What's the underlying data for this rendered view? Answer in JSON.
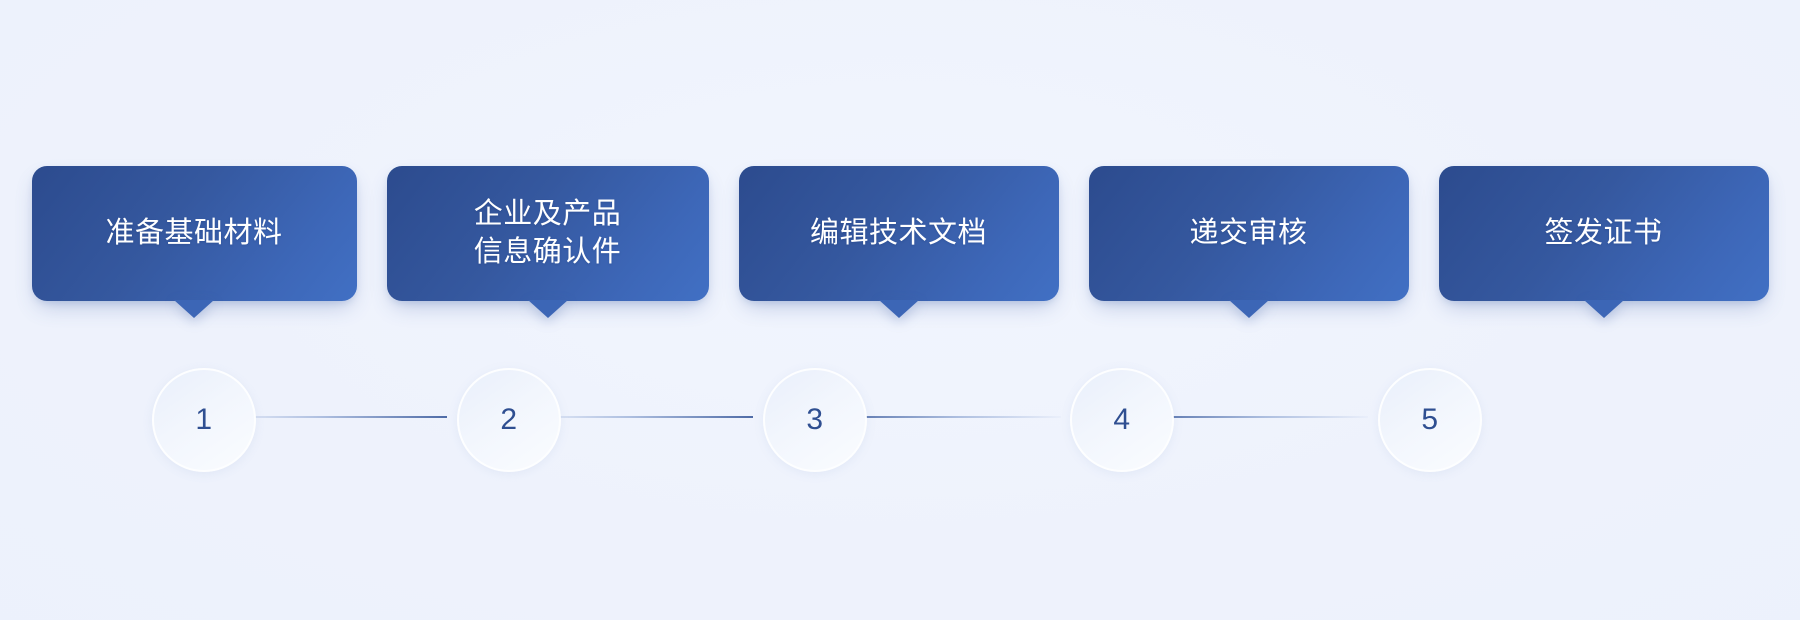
{
  "theme": {
    "background_color": "#eff3fd",
    "card_gradient_from": "#2c4b8e",
    "card_gradient_to": "#4170c4",
    "card_text_color": "#ffffff",
    "node_number_color": "#2f4f91",
    "connector_color": "#4664a2"
  },
  "flow": {
    "steps": [
      {
        "number": "1",
        "label": "准备基础材料"
      },
      {
        "number": "2",
        "label": "企业及产品\n信息确认件"
      },
      {
        "number": "3",
        "label": "编辑技术文档"
      },
      {
        "number": "4",
        "label": "递交审核"
      },
      {
        "number": "5",
        "label": "签发证书"
      }
    ]
  }
}
